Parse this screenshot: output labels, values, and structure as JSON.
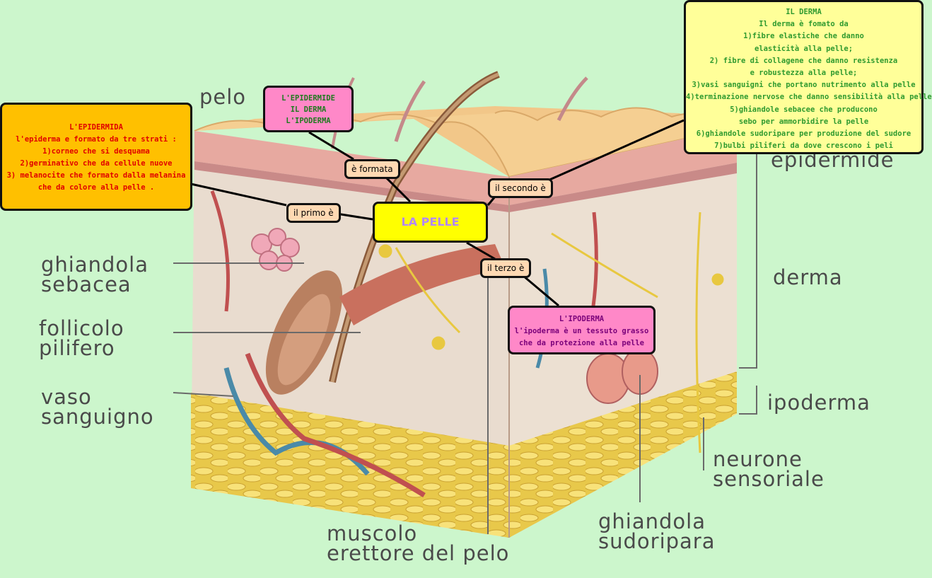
{
  "central_node": "LA PELLE",
  "top_node": [
    "L'EPIDERMIDE",
    "IL DERMA",
    "L'IPODERMA"
  ],
  "links": {
    "formata": "è formata",
    "primo": "il primo è",
    "secondo": "il secondo è",
    "terzo": "il terzo è"
  },
  "epidermida": {
    "title": "L'EPIDERMIDA",
    "lines": [
      "l'epiderma e formato da tre strati :",
      "1)corneo che si desquama",
      "2)germinativo che da cellule nuove",
      "3) melanocite che  formato dalla melanina",
      "che da colore alla pelle ."
    ]
  },
  "derma": {
    "title": "IL DERMA",
    "lines": [
      "Il derma è fomato da",
      "1)fibre elastiche che danno",
      "elasticità alla pelle;",
      "2) fibre di collagene che danno resistenza",
      "e robustezza alla pelle;",
      "3)vasi sanguigni che portano nutrimento alla pelle",
      "4)terminazione nervose che danno sensibilità alla pelle",
      "5)ghiandole sebacee che producono",
      "sebo per ammorbidire la pelle",
      "6)ghiandole sudoripare per produzione del sudore",
      "7)bulbi piliferi da dove crescono i peli"
    ]
  },
  "ipoderma": {
    "title": "L'IPODERMA",
    "lines": [
      "l'ipoderma è un tessuto grasso",
      "che da protezione alla pelle"
    ]
  },
  "image_labels": {
    "pelo": "pelo",
    "epidermide": "epidermide",
    "derma": "derma",
    "ipoderma": "ipoderma",
    "ghiandola_sebacea": [
      "ghiandola",
      "sebacea"
    ],
    "follicolo_pilifero": [
      "follicolo",
      "pilifero"
    ],
    "vaso_sanguigno": [
      "vaso",
      "sanguigno"
    ],
    "muscolo_erettore": [
      "muscolo",
      "erettore del pelo"
    ],
    "ghiandola_sudoripara": [
      "ghiandola",
      "sudoripara"
    ],
    "neurone_sensoriale": [
      "neurone",
      "sensoriale"
    ]
  },
  "colors": {
    "background": "#ccf6cc",
    "epidermida_box": "#ffc000",
    "derma_box": "#ffff99",
    "ipoderma_box": "#ff88c8",
    "center_box": "#ffff00",
    "link_box": "#ffd9b3"
  }
}
